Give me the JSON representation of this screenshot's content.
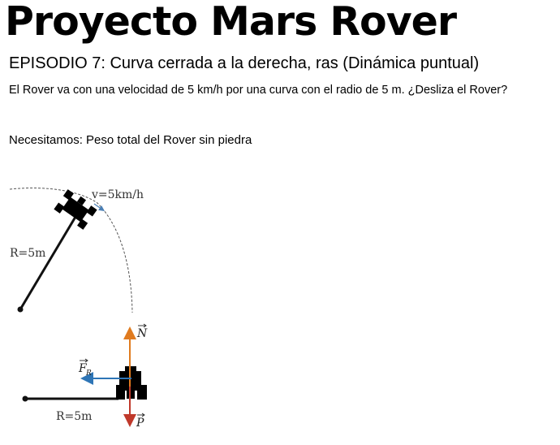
{
  "header": {
    "title": "Proyecto Mars Rover",
    "episode": "EPISODIO 7: Curva cerrada a la derecha, ras (Dinámica puntual)",
    "question": "El Rover va con una velocidad de 5 km/h por una curva con el radio de 5 m. ¿Desliza el Rover?",
    "need": "Necesitamos: Peso total del Rover sin piedra"
  },
  "diagram_top": {
    "velocity_label": "v=5km/h",
    "radius_label": "R=5m"
  },
  "diagram_bottom": {
    "normal_label": "N",
    "friction_label": "F",
    "friction_sub": "R",
    "weight_label": "P",
    "radius_label": "R=5m"
  },
  "colors": {
    "normal": "#e07b1f",
    "friction": "#2e75b6",
    "weight": "#c0392b",
    "rover": "#000000"
  }
}
